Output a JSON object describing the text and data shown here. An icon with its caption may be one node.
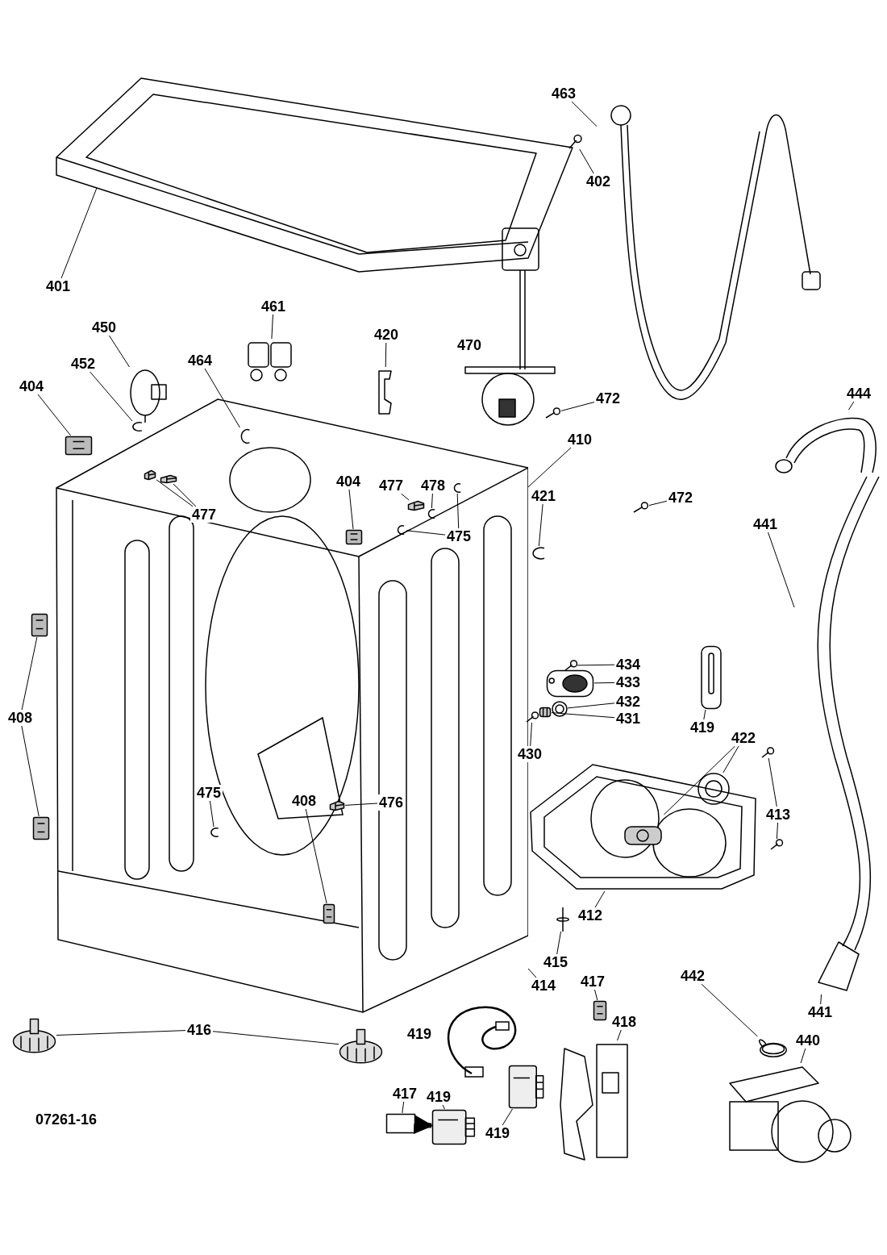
{
  "diagram": {
    "nodes": [
      {
        "text": [
          "401"
        ]
      },
      {
        "text": [],
        "shape": "picture"
      },
      {
        "text": [
          "402"
        ]
      },
      {
        "text": [],
        "shape": "picture"
      },
      {
        "text": [
          "463"
        ]
      },
      {
        "text": [],
        "shape": "picture"
      },
      {
        "text": [
          "461"
        ]
      },
      {
        "text": [],
        "shape": "picture"
      },
      {
        "text": [
          "420"
        ]
      },
      {
        "text": [],
        "shape": "picture"
      },
      {
        "text": [
          "450"
        ]
      },
      {
        "text": [],
        "shape": "picture"
      },
      {
        "text": [
          "452"
        ]
      },
      {
        "text": [],
        "shape": "picture"
      },
      {
        "text": [
          "404"
        ]
      },
      {
        "text": [],
        "shape": "picture"
      },
      {
        "text": [
          "470"
        ]
      },
      {
        "text": [],
        "shape": "picture"
      },
      {
        "text": [
          "472"
        ]
      },
      {
        "text": [],
        "shape": "picture"
      },
      {
        "text": [
          "444"
        ]
      },
      {
        "text": [],
        "shape": "picture"
      },
      {
        "text": [
          "441"
        ]
      },
      {
        "text": [],
        "shape": "picture"
      },
      {
        "text": [
          "410"
        ]
      },
      {
        "text": [],
        "shape": "picture"
      },
      {
        "text": [
          "464"
        ]
      },
      {
        "text": [],
        "shape": "picture",
        "in": 25
      },
      {
        "text": [
          "477"
        ],
        "in": 25
      },
      {
        "text": [],
        "shape": "picture",
        "in": 25
      },
      {
        "text": [],
        "shape": "picture",
        "in": 25
      },
      {
        "text": [
          "404"
        ],
        "in": 25
      },
      {
        "text": [],
        "shape": "picture",
        "in": 25
      },
      {
        "text": [
          "477"
        ],
        "in": 25
      },
      {
        "text": [],
        "shape": "picture",
        "in": 25
      },
      {
        "text": [
          "478"
        ],
        "in": 25
      },
      {
        "text": [],
        "shape": "picture",
        "in": 25
      },
      {
        "text": [
          "475"
        ],
        "in": 25
      },
      {
        "text": [],
        "shape": "picture",
        "in": 25
      },
      {
        "text": [],
        "shape": "picture",
        "in": 25
      },
      {
        "text": [
          "475"
        ],
        "in": 25
      },
      {
        "text": [],
        "shape": "picture",
        "in": 25
      },
      {
        "text": [
          "408"
        ],
        "in": 25
      },
      {
        "text": [],
        "shape": "picture",
        "in": 25
      },
      {
        "text": [
          "476"
        ],
        "in": 25
      },
      {
        "text": [],
        "shape": "picture",
        "in": 25
      },
      {
        "text": [
          "421"
        ]
      },
      {
        "text": [],
        "shape": "picture"
      },
      {
        "text": [
          "472"
        ]
      },
      {
        "text": [],
        "shape": "picture"
      },
      {
        "text": [
          "408"
        ]
      },
      {
        "text": [],
        "shape": "picture"
      },
      {
        "text": [],
        "shape": "picture"
      },
      {
        "text": [
          "434"
        ]
      },
      {
        "text": [],
        "shape": "picture"
      },
      {
        "text": [
          "433"
        ]
      },
      {
        "text": [],
        "shape": "picture"
      },
      {
        "text": [
          "432"
        ]
      },
      {
        "text": [],
        "shape": "picture"
      },
      {
        "text": [
          "431"
        ]
      },
      {
        "text": [],
        "shape": "picture"
      },
      {
        "text": [
          "430"
        ]
      },
      {
        "text": [],
        "shape": "picture"
      },
      {
        "text": [
          "419"
        ]
      },
      {
        "text": [],
        "shape": "picture"
      },
      {
        "text": [],
        "shape": "picture"
      },
      {
        "text": [
          "422"
        ]
      },
      {
        "text": [],
        "shape": "picture",
        "in": 65
      },
      {
        "text": [],
        "shape": "picture",
        "in": 65
      },
      {
        "text": [
          "413"
        ]
      },
      {
        "text": [],
        "shape": "picture"
      },
      {
        "text": [],
        "shape": "picture"
      },
      {
        "text": [
          "412"
        ]
      },
      {
        "text": [
          "415"
        ]
      },
      {
        "text": [],
        "shape": "picture"
      },
      {
        "text": [
          "414"
        ]
      },
      {
        "text": [
          "416"
        ]
      },
      {
        "text": [],
        "shape": "picture"
      },
      {
        "text": [],
        "shape": "picture"
      },
      {
        "text": [
          "441"
        ]
      },
      {
        "text": [
          "442"
        ]
      },
      {
        "text": [],
        "shape": "picture"
      },
      {
        "text": [
          "417"
        ]
      },
      {
        "text": [],
        "shape": "picture"
      },
      {
        "text": [
          "418"
        ]
      },
      {
        "text": [],
        "shape": "picture"
      },
      {
        "text": [
          "440"
        ]
      },
      {
        "text": [],
        "shape": "picture"
      },
      {
        "text": [
          "417"
        ]
      },
      {
        "text": [],
        "shape": "box"
      },
      {
        "text": [
          "419"
        ]
      },
      {
        "text": [],
        "shape": "picture"
      },
      {
        "text": [
          "419"
        ]
      },
      {
        "text": [],
        "shape": "picture"
      },
      {
        "text": [
          "419"
        ]
      }
    ],
    "edges": [
      {
        "from": 0,
        "to": 1,
        "arrow": "none"
      },
      {
        "from": 2,
        "to": 3,
        "arrow": "none"
      },
      {
        "from": 4,
        "to": 5,
        "arrow": "none"
      },
      {
        "from": 6,
        "to": 7,
        "arrow": "none"
      },
      {
        "from": 8,
        "to": 9,
        "arrow": "none"
      },
      {
        "from": 10,
        "to": 11,
        "arrow": "none"
      },
      {
        "from": 12,
        "to": 13,
        "arrow": "none"
      },
      {
        "from": 14,
        "to": 15,
        "arrow": "none"
      },
      {
        "from": 16,
        "to": 17,
        "arrow": "none"
      },
      {
        "from": 18,
        "to": 19,
        "arrow": "none"
      },
      {
        "from": 20,
        "to": 21,
        "arrow": "none"
      },
      {
        "from": 22,
        "to": 23,
        "arrow": "none"
      },
      {
        "from": 24,
        "to": 25,
        "arrow": "none"
      },
      {
        "from": 26,
        "to": 27,
        "arrow": "none"
      },
      {
        "from": 28,
        "to": 29,
        "arrow": "none"
      },
      {
        "from": 28,
        "to": 30,
        "arrow": "none"
      },
      {
        "from": 31,
        "to": 32,
        "arrow": "none"
      },
      {
        "from": 33,
        "to": 34,
        "arrow": "none"
      },
      {
        "from": 35,
        "to": 36,
        "arrow": "none"
      },
      {
        "from": 37,
        "to": 38,
        "arrow": "none"
      },
      {
        "from": 37,
        "to": 39,
        "arrow": "none"
      },
      {
        "from": 40,
        "to": 41,
        "arrow": "none"
      },
      {
        "from": 42,
        "to": 43,
        "arrow": "none"
      },
      {
        "from": 44,
        "to": 45,
        "arrow": "none"
      },
      {
        "from": 46,
        "to": 47,
        "arrow": "none"
      },
      {
        "from": 48,
        "to": 49,
        "arrow": "none"
      },
      {
        "from": 50,
        "to": 51,
        "arrow": "none"
      },
      {
        "from": 50,
        "to": 52,
        "arrow": "none"
      },
      {
        "from": 53,
        "to": 54,
        "arrow": "none"
      },
      {
        "from": 55,
        "to": 56,
        "arrow": "none"
      },
      {
        "from": 57,
        "to": 58,
        "arrow": "none"
      },
      {
        "from": 59,
        "to": 60,
        "arrow": "none"
      },
      {
        "from": 61,
        "to": 62,
        "arrow": "none"
      },
      {
        "from": 63,
        "to": 64,
        "arrow": "none"
      },
      {
        "from": 66,
        "to": 67,
        "arrow": "none"
      },
      {
        "from": 66,
        "to": 68,
        "arrow": "none"
      },
      {
        "from": 69,
        "to": 70,
        "arrow": "none"
      },
      {
        "from": 69,
        "to": 71,
        "arrow": "none"
      },
      {
        "from": 72,
        "to": 65,
        "arrow": "none"
      },
      {
        "from": 73,
        "to": 74,
        "arrow": "none"
      },
      {
        "from": 75,
        "to": 25,
        "arrow": "none"
      },
      {
        "from": 76,
        "to": 77,
        "arrow": "none"
      },
      {
        "from": 76,
        "to": 78,
        "arrow": "none"
      },
      {
        "from": 79,
        "to": 23,
        "arrow": "none"
      },
      {
        "from": 80,
        "to": 81,
        "arrow": "none"
      },
      {
        "from": 82,
        "to": 83,
        "arrow": "none"
      },
      {
        "from": 84,
        "to": 85,
        "arrow": "none"
      },
      {
        "from": 86,
        "to": 87,
        "arrow": "none"
      },
      {
        "from": 88,
        "to": 89,
        "arrow": "none"
      },
      {
        "from": 90,
        "to": 91,
        "arrow": "none"
      },
      {
        "from": 89,
        "to": 91,
        "arrow": "to",
        "style": "thick"
      },
      {
        "from": 92,
        "to": 93,
        "arrow": "none"
      }
    ],
    "labels": [
      "07261-16"
    ]
  }
}
